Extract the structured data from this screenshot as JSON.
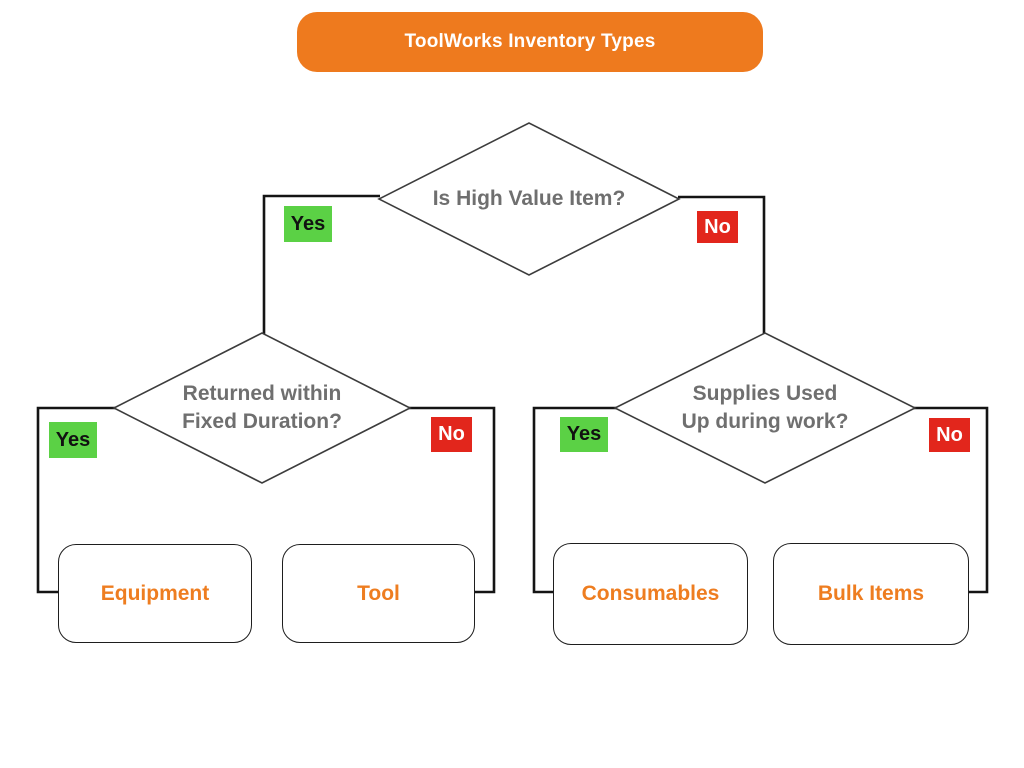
{
  "title": "ToolWorks Inventory Types",
  "decisions": {
    "root": {
      "text": "Is High Value Item?"
    },
    "left": {
      "line1": "Returned within",
      "line2": "Fixed Duration?"
    },
    "right": {
      "line1": "Supplies Used",
      "line2": "Up during work?"
    }
  },
  "branch_labels": {
    "yes": "Yes",
    "no": "No"
  },
  "leaves": {
    "equipment": "Equipment",
    "tool": "Tool",
    "consumables": "Consumables",
    "bulk_items": "Bulk Items"
  },
  "colors": {
    "banner_orange": "#ee7a1e",
    "leaf_text_orange": "#ee7d20",
    "yes_green": "#5bd145",
    "no_red": "#e2261c",
    "decision_text_gray": "#6f6f6f",
    "connector_black": "#141414",
    "diamond_stroke": "#3c3c3c"
  }
}
